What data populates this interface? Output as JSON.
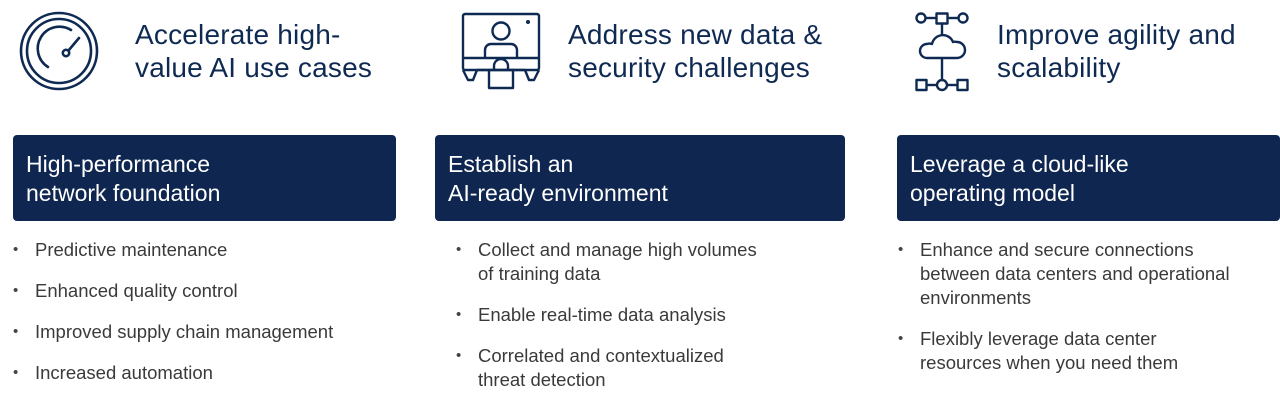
{
  "columns": [
    {
      "icon": "speedometer-gauge-icon",
      "heading_line1": "Accelerate high-",
      "heading_line2": "value AI use cases",
      "box_line1": "High-performance",
      "box_line2": "network foundation",
      "bullets": [
        {
          "line1": "Predictive maintenance",
          "line2": ""
        },
        {
          "line1": "Enhanced quality control",
          "line2": ""
        },
        {
          "line1": "Improved supply chain management",
          "line2": ""
        },
        {
          "line1": "Increased automation",
          "line2": ""
        }
      ]
    },
    {
      "icon": "monitor-user-lock-icon",
      "heading_line1": "Address new data &",
      "heading_line2": "security challenges",
      "box_line1": "Establish an",
      "box_line2": "AI-ready environment",
      "bullets": [
        {
          "line1": "Collect and manage high volumes",
          "line2": "of training data"
        },
        {
          "line1": "Enable real-time data analysis",
          "line2": ""
        },
        {
          "line1": "Correlated and contextualized",
          "line2": "threat detection"
        }
      ]
    },
    {
      "icon": "cloud-network-icon",
      "heading_line1": "Improve agility and",
      "heading_line2": "scalability",
      "box_line1": "Leverage a cloud-like",
      "box_line2": "operating model",
      "bullets": [
        {
          "line1": "Enhance and secure connections",
          "line2": "between data centers and operational",
          "line3": "environments"
        },
        {
          "line1": "Flexibly leverage data center",
          "line2": "resources when you need them"
        }
      ]
    }
  ],
  "colors": {
    "navy": "#0f2750",
    "heading_text": "#0f2a52",
    "bullet_text": "#3a3a3a",
    "box_text": "#ffffff"
  }
}
